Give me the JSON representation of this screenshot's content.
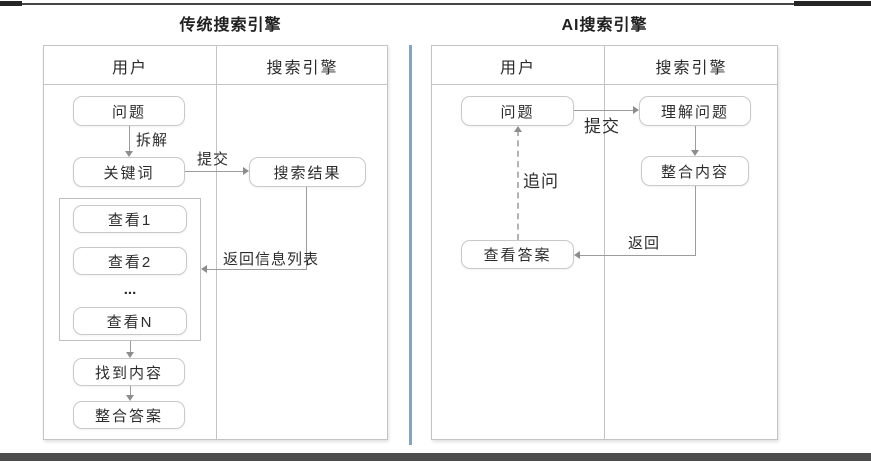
{
  "left": {
    "title": "传统搜索引擎",
    "col_user": "用户",
    "col_engine": "搜索引擎",
    "question": "问题",
    "decompose": "拆解",
    "keywords": "关键词",
    "submit": "提交",
    "search_results": "搜索结果",
    "view1": "查看1",
    "view2": "查看2",
    "ellipsis": "...",
    "viewN": "查看N",
    "return_list": "返回信息列表",
    "found": "找到内容",
    "answer": "整合答案"
  },
  "right": {
    "title": "AI搜索引擎",
    "col_user": "用户",
    "col_engine": "搜索引擎",
    "question": "问题",
    "submit": "提交",
    "understand": "理解问题",
    "integrate": "整合内容",
    "follow_up": "追问",
    "return": "返回",
    "view_answer": "查看答案"
  },
  "colors": {
    "divider_blue": "#87a5ba",
    "bottom_bar": "#4d4d4d",
    "box_border": "#c9c9c9",
    "arrow": "#9c9c9c",
    "text": "#2c2c2c"
  }
}
